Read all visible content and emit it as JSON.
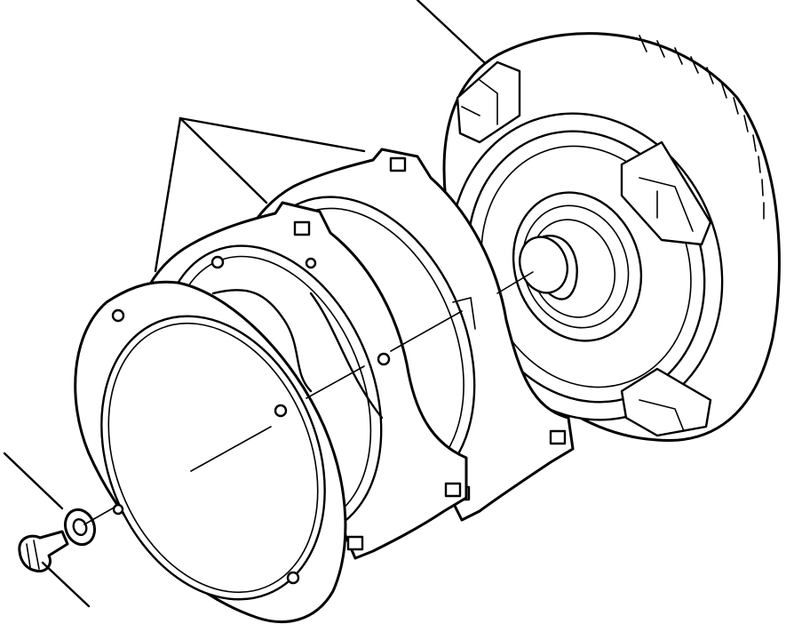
{
  "diagram": {
    "type": "exploded-view",
    "parts": [
      {
        "id": "torque-converter"
      },
      {
        "id": "flex-plate-front"
      },
      {
        "id": "flex-plate-rear"
      },
      {
        "id": "backing-ring"
      },
      {
        "id": "washer"
      },
      {
        "id": "bolt"
      }
    ],
    "colors": {
      "ink": "#000000",
      "paper": "#ffffff"
    }
  }
}
